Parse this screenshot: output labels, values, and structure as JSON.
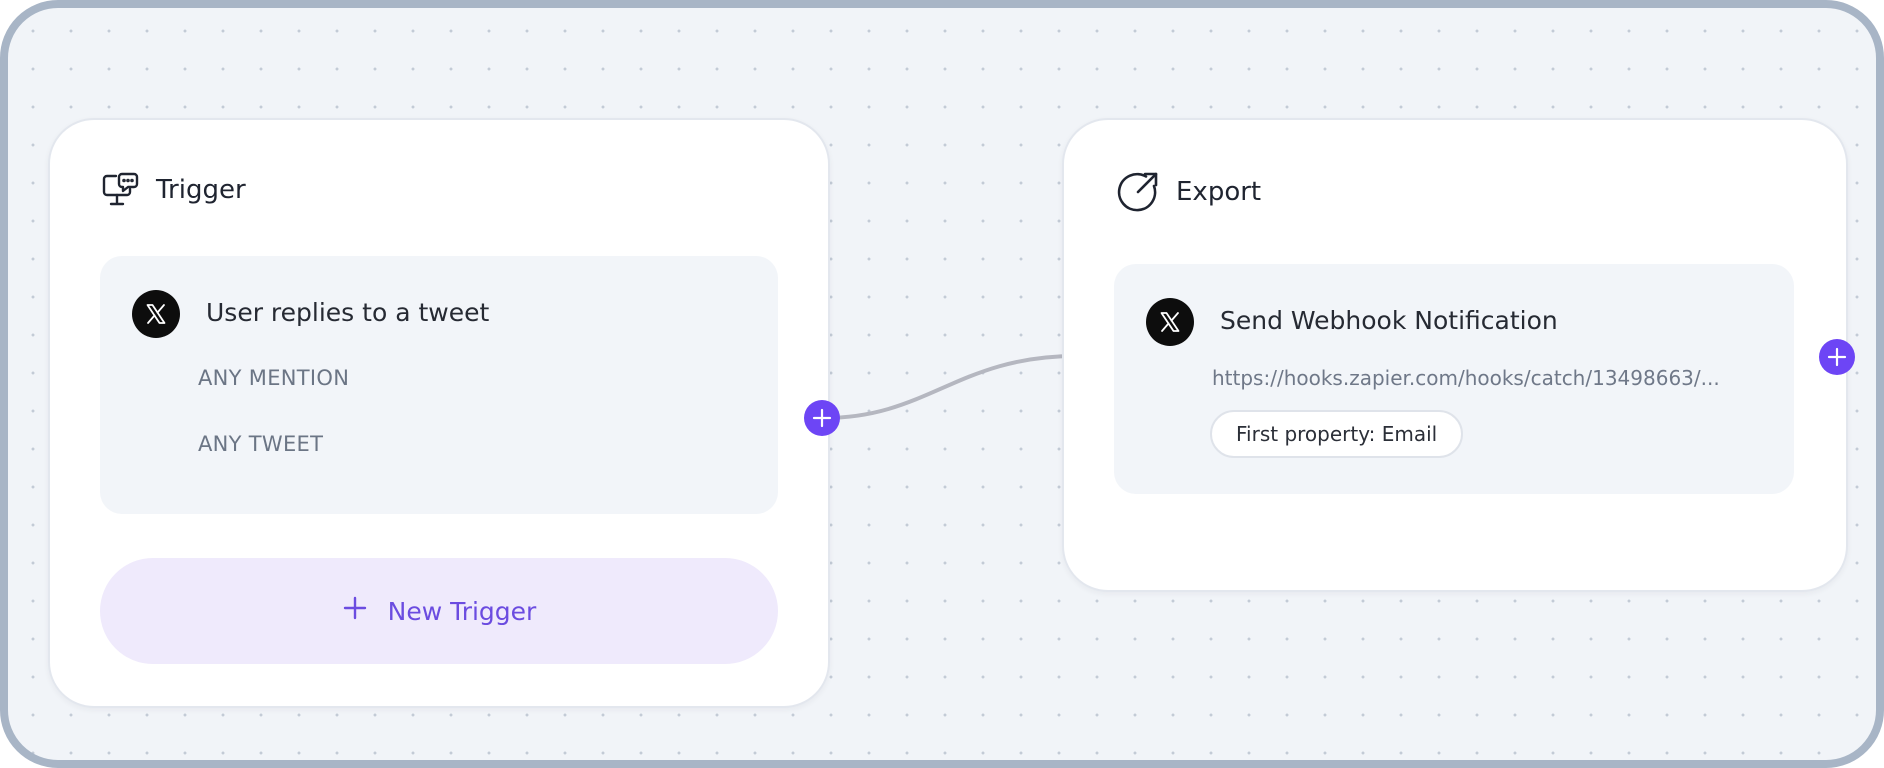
{
  "trigger_card": {
    "title": "Trigger",
    "icon": "monitor-chat-icon",
    "item": {
      "icon": "x-logo-icon",
      "title": "User replies to a tweet",
      "tags": [
        "ANY MENTION",
        "ANY TWEET"
      ]
    },
    "new_trigger_label": "New Trigger"
  },
  "export_card": {
    "title": "Export",
    "icon": "export-arrow-icon",
    "item": {
      "icon": "x-logo-icon",
      "title": "Send Webhook Notification",
      "url": "https://hooks.zapier.com/hooks/catch/13498663/...",
      "property_label": "First property: Email"
    }
  },
  "colors": {
    "accent": "#6d45f5",
    "canvas_bg": "#f1f4f8",
    "frame_border": "#a8b5c6",
    "connector": "#b5b7c0",
    "new_trigger_bg": "#efeafc"
  }
}
